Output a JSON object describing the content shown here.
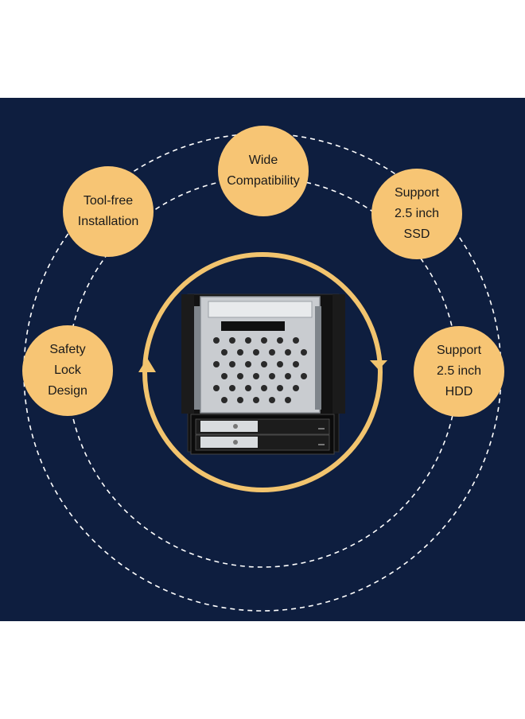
{
  "features": {
    "wide": [
      "Wide",
      "Compatibility"
    ],
    "tool_free": [
      "Tool-free",
      "Installation"
    ],
    "ssd": [
      "Support",
      "2.5 inch",
      "SSD"
    ],
    "safety": [
      "Safety",
      "Lock",
      "Design"
    ],
    "hdd": [
      "Support",
      "2.5 inch",
      "HDD"
    ]
  },
  "colors": {
    "background": "#0e1e3f",
    "bubble": "#f7c574",
    "ring_dashed": "#ffffff",
    "arrow_ring": "#f2c46e"
  },
  "product_image": "dual-bay-2.5-inch-hdd-ssd-mobile-rack"
}
